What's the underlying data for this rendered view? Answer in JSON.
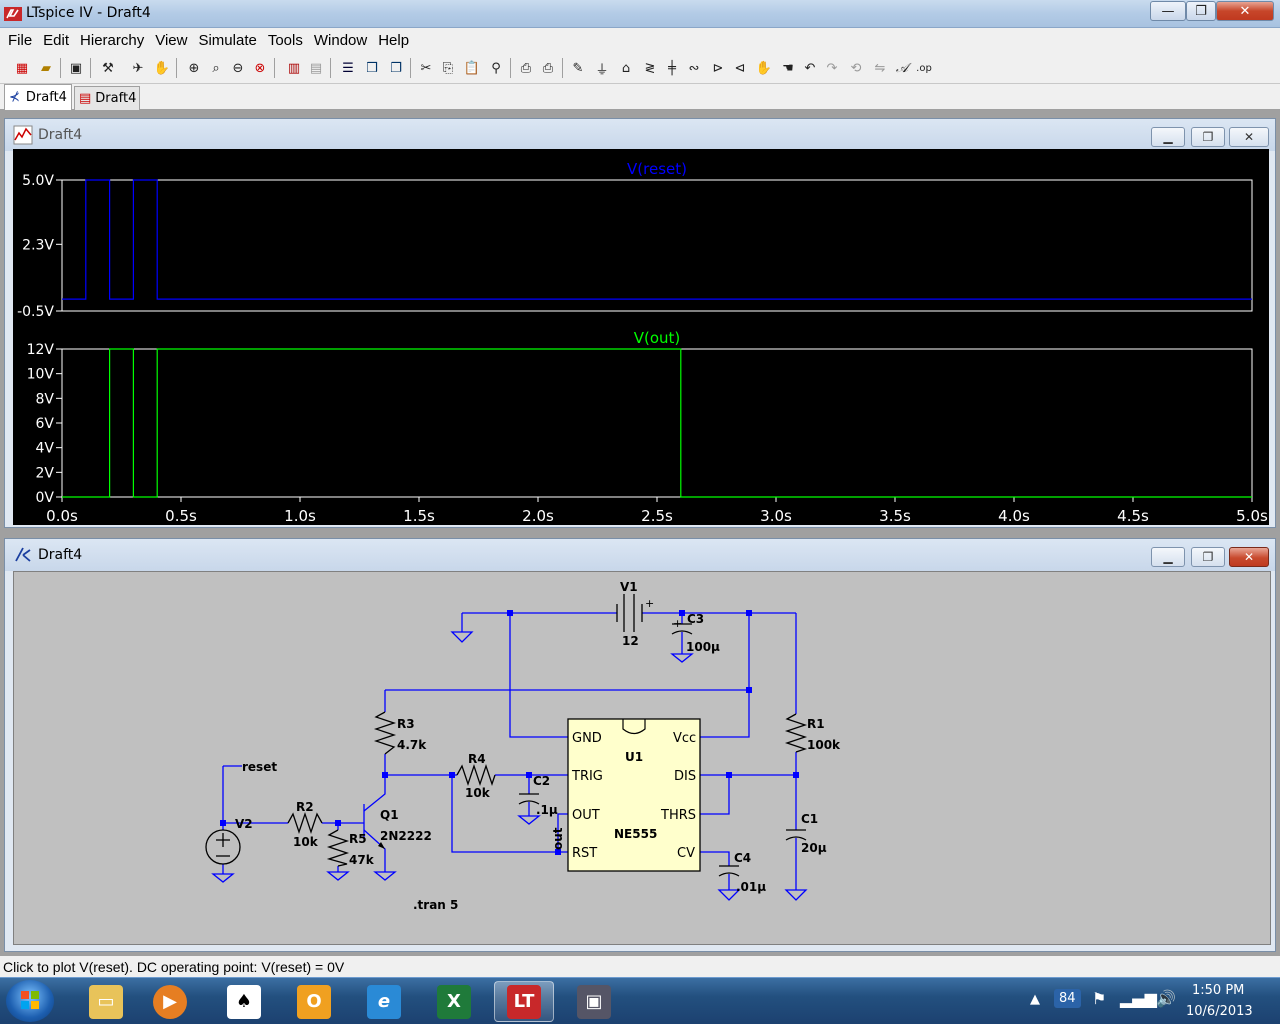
{
  "window": {
    "title": "LTspice IV - Draft4",
    "minimize": "—",
    "maximize": "❐",
    "close": "✕"
  },
  "menu": [
    "File",
    "Edit",
    "Hierarchy",
    "View",
    "Simulate",
    "Tools",
    "Window",
    "Help"
  ],
  "tabs": [
    {
      "label": "Draft4",
      "kind": "schematic",
      "active": true
    },
    {
      "label": "Draft4",
      "kind": "waveform",
      "active": false
    }
  ],
  "waveform_window": {
    "title": "Draft4"
  },
  "schematic_window": {
    "title": "Draft4"
  },
  "child_buttons": {
    "minimize": "▁",
    "restore": "❐",
    "close": "✕"
  },
  "chart_data": [
    {
      "type": "line",
      "title": "V(reset)",
      "color": "#0000ff",
      "x": [
        0,
        0.1,
        0.1,
        0.2,
        0.2,
        0.3,
        0.3,
        0.4,
        0.4,
        5.0
      ],
      "y": [
        0,
        0,
        5,
        5,
        0,
        0,
        5,
        5,
        0,
        0
      ],
      "ylim": [
        -0.5,
        5.0
      ],
      "yticks": [
        5.0,
        2.3,
        -0.5
      ],
      "ytick_labels": [
        "5.0V",
        "2.3V",
        "-0.5V"
      ],
      "xlim": [
        0,
        5.0
      ]
    },
    {
      "type": "line",
      "title": "V(out)",
      "color": "#00ff00",
      "x": [
        0,
        0.2,
        0.2,
        0.3,
        0.3,
        0.4,
        0.4,
        2.6,
        2.6,
        5.0
      ],
      "y": [
        0,
        0,
        12,
        12,
        0,
        0,
        12,
        12,
        0,
        0
      ],
      "ylim": [
        0,
        12
      ],
      "yticks": [
        12,
        10,
        8,
        6,
        4,
        2,
        0
      ],
      "ytick_labels": [
        "12V",
        "10V",
        "8V",
        "6V",
        "4V",
        "2V",
        "0V"
      ],
      "xlim": [
        0,
        5.0
      ],
      "xticks": [
        0,
        0.5,
        1.0,
        1.5,
        2.0,
        2.5,
        3.0,
        3.5,
        4.0,
        4.5,
        5.0
      ],
      "xtick_labels": [
        "0.0s",
        "0.5s",
        "1.0s",
        "1.5s",
        "2.0s",
        "2.5s",
        "3.0s",
        "3.5s",
        "4.0s",
        "4.5s",
        "5.0s"
      ]
    }
  ],
  "schematic": {
    "labels": {
      "v1_name": "V1",
      "v1_value": "12",
      "c3_name": "C3",
      "c3_value": "100µ",
      "r1_name": "R1",
      "r1_value": "100k",
      "r3_name": "R3",
      "r3_value": "4.7k",
      "r4_name": "R4",
      "r4_value": "10k",
      "c2_name": "C2",
      "c2_value": ".1µ",
      "c1_name": "C1",
      "c1_value": "20µ",
      "c4_name": "C4",
      "c4_value": ".01µ",
      "r2_name": "R2",
      "r2_value": "10k",
      "r5_name": "R5",
      "r5_value": "47k",
      "q1_name": "Q1",
      "q1_value": "2N2222",
      "v2_name": "V2",
      "net_reset": "reset",
      "net_out": "out",
      "u1_name": "U1",
      "u1_value": "NE555",
      "pin_gnd": "GND",
      "pin_vcc": "Vcc",
      "pin_trig": "TRIG",
      "pin_dis": "DIS",
      "pin_out": "OUT",
      "pin_thrs": "THRS",
      "pin_rst": "RST",
      "pin_cv": "CV",
      "directive": ".tran 5"
    }
  },
  "status": "Click to plot V(reset).  DC operating point: V(reset) = 0V",
  "taskbar": {
    "tray_count": "84",
    "time": "1:50 PM",
    "date": "10/6/2013"
  }
}
